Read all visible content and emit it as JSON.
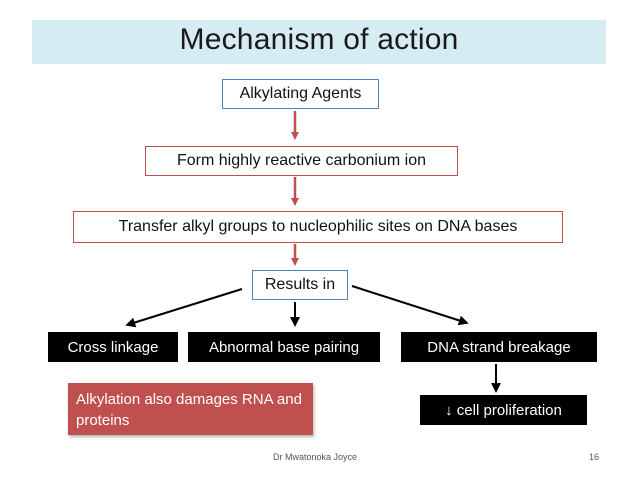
{
  "title": "Mechanism of action",
  "nodes": {
    "alkylating_agents": "Alkylating Agents",
    "carbonium": "Form highly reactive carbonium ion",
    "transfer": "Transfer alkyl groups to nucleophilic sites on DNA bases",
    "results_in": "Results in",
    "cross_linkage": "Cross linkage",
    "abnormal_pairing": "Abnormal base pairing",
    "strand_breakage": "DNA strand breakage",
    "cell_proliferation": "↓ cell proliferation",
    "rna_note": "Alkylation also damages RNA and proteins"
  },
  "colors": {
    "title_bg": "#d6ecf3",
    "blue_border": "#4f81bd",
    "red_border": "#c0504d",
    "red_arrow": "#c0504d",
    "black_box": "#000000"
  },
  "footer": {
    "author": "Dr Mwatonoka Joyce",
    "page_number": "16"
  }
}
